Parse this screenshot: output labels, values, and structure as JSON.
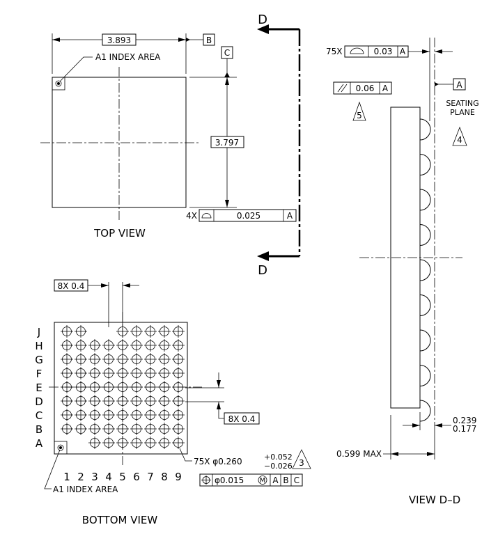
{
  "top_view": {
    "label": "TOP VIEW",
    "width_dim": "3.893",
    "height_dim": "3.797",
    "index_area": "A1 INDEX AREA",
    "datum_b": "B",
    "datum_c": "C",
    "flatness": {
      "count": "4X",
      "value": "0.025",
      "datum": "A"
    }
  },
  "section_marker": {
    "letter_top": "D",
    "letter_bottom": "D"
  },
  "side_view": {
    "label": "VIEW D–D",
    "profile": {
      "count": "75X",
      "value": "0.03",
      "datum": "A"
    },
    "parallel": {
      "value": "0.06",
      "datum": "A"
    },
    "note5": "5",
    "note4": "4",
    "datum_a": "A",
    "seating_1": "SEATING",
    "seating_2": "PLANE",
    "max_height": "0.599 MAX",
    "ball_h_upper": "0.239",
    "ball_h_lower": "0.177"
  },
  "bottom_view": {
    "label": "BOTTOM VIEW",
    "index_area": "A1 INDEX AREA",
    "pitch_x": "8X 0.4",
    "pitch_y": "8X 0.4",
    "rows": [
      "J",
      "H",
      "G",
      "F",
      "E",
      "D",
      "C",
      "B",
      "A"
    ],
    "cols": [
      "1",
      "2",
      "3",
      "4",
      "5",
      "6",
      "7",
      "8",
      "9"
    ],
    "ball_note": {
      "prefix": "75X φ0.260",
      "tol_plus": "+0.052",
      "tol_minus": "−0.026",
      "note": "3"
    },
    "position_tol": {
      "value": "φ0.015",
      "modifier": "M",
      "d1": "A",
      "d2": "B",
      "d3": "C"
    },
    "missing_balls": [
      [
        0,
        2
      ],
      [
        0,
        3
      ],
      [
        8,
        0
      ],
      [
        8,
        1
      ]
    ]
  }
}
